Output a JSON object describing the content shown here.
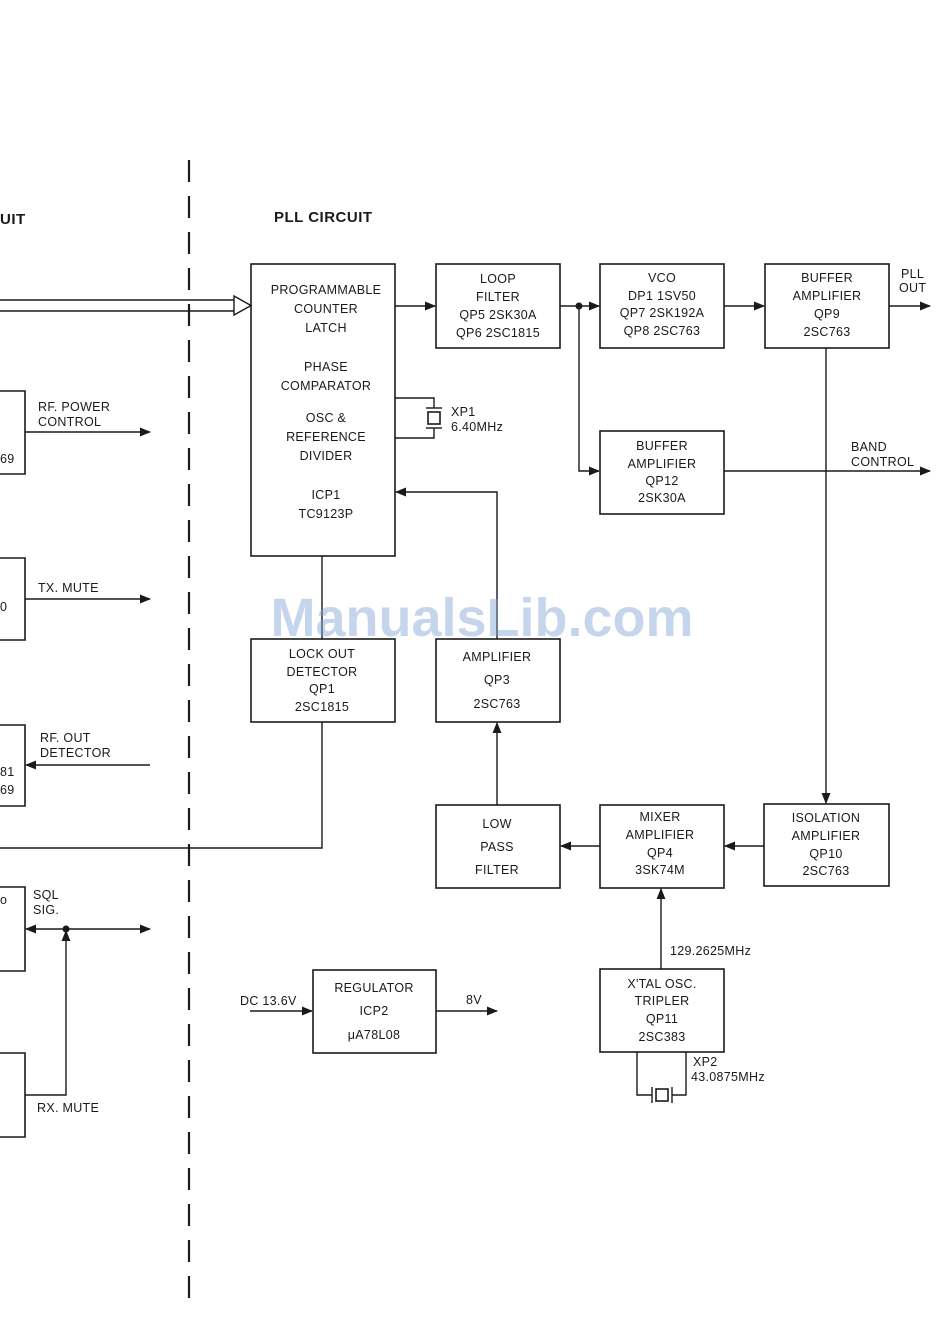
{
  "section_titles": {
    "left": "UIT",
    "right": "PLL  CIRCUIT"
  },
  "watermark": "ManualsLib.com",
  "blocks": {
    "prog_counter": [
      "PROGRAMMABLE",
      "COUNTER",
      "LATCH",
      "PHASE",
      "COMPARATOR",
      "OSC &",
      "REFERENCE",
      "DIVIDER",
      "ICP1",
      "TC9123P"
    ],
    "loop_filter": [
      "LOOP",
      "FILTER",
      "QP5 2SK30A",
      "QP6 2SC1815"
    ],
    "vco": [
      "VCO",
      "DP1 1SV50",
      "QP7 2SK192A",
      "QP8 2SC763"
    ],
    "buffer_qp9": [
      "BUFFER",
      "AMPLIFIER",
      "QP9",
      "2SC763"
    ],
    "buffer_qp12": [
      "BUFFER",
      "AMPLIFIER",
      "QP12",
      "2SK30A"
    ],
    "lock_out": [
      "LOCK OUT",
      "DETECTOR",
      "QP1",
      "2SC1815"
    ],
    "amplifier_qp3": [
      "AMPLIFIER",
      "QP3",
      "2SC763"
    ],
    "low_pass": [
      "LOW",
      "PASS",
      "FILTER"
    ],
    "mixer": [
      "MIXER",
      "AMPLIFIER",
      "QP4",
      "3SK74M"
    ],
    "isolation": [
      "ISOLATION",
      "AMPLIFIER",
      "QP10",
      "2SC763"
    ],
    "xtal_osc": [
      "X'TAL OSC.",
      "TRIPLER",
      "QP11",
      "2SC383"
    ],
    "regulator": [
      "REGULATOR",
      "ICP2",
      "μA78L08"
    ]
  },
  "labels": {
    "pll_out": [
      "PLL",
      "OUT"
    ],
    "band_control": [
      "BAND",
      "CONTROL"
    ],
    "xp1": [
      "XP1",
      "6.40MHz"
    ],
    "xp2": [
      "XP2",
      "43.0875MHz"
    ],
    "freq_129": "129.2625MHz",
    "dc_in": "DC 13.6V",
    "v8": "8V",
    "rf_power": [
      "RF. POWER",
      "CONTROL"
    ],
    "tx_mute": "TX. MUTE",
    "rf_out": [
      "RF. OUT",
      "DETECTOR"
    ],
    "sql_sig": [
      "SQL",
      "SIG."
    ],
    "rx_mute": "RX. MUTE"
  },
  "left_fragments": {
    "f1": "69",
    "f2": "0",
    "f3": "81",
    "f4": "69",
    "f5": "o"
  }
}
